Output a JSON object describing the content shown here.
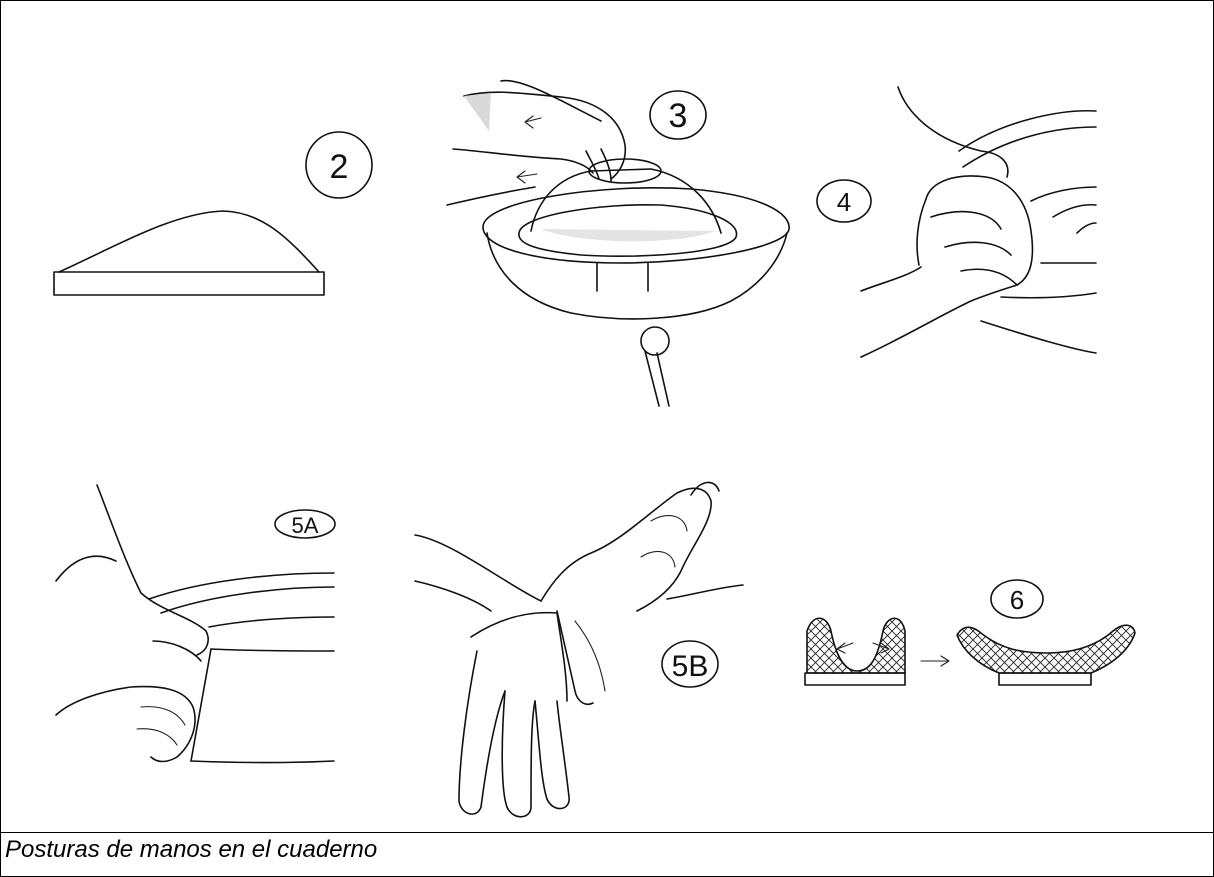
{
  "caption": "Posturas de manos en el cuaderno",
  "steps": {
    "s2": "2",
    "s3": "3",
    "s4": "4",
    "s5a": "5A",
    "s5b": "5B",
    "s6": "6"
  }
}
